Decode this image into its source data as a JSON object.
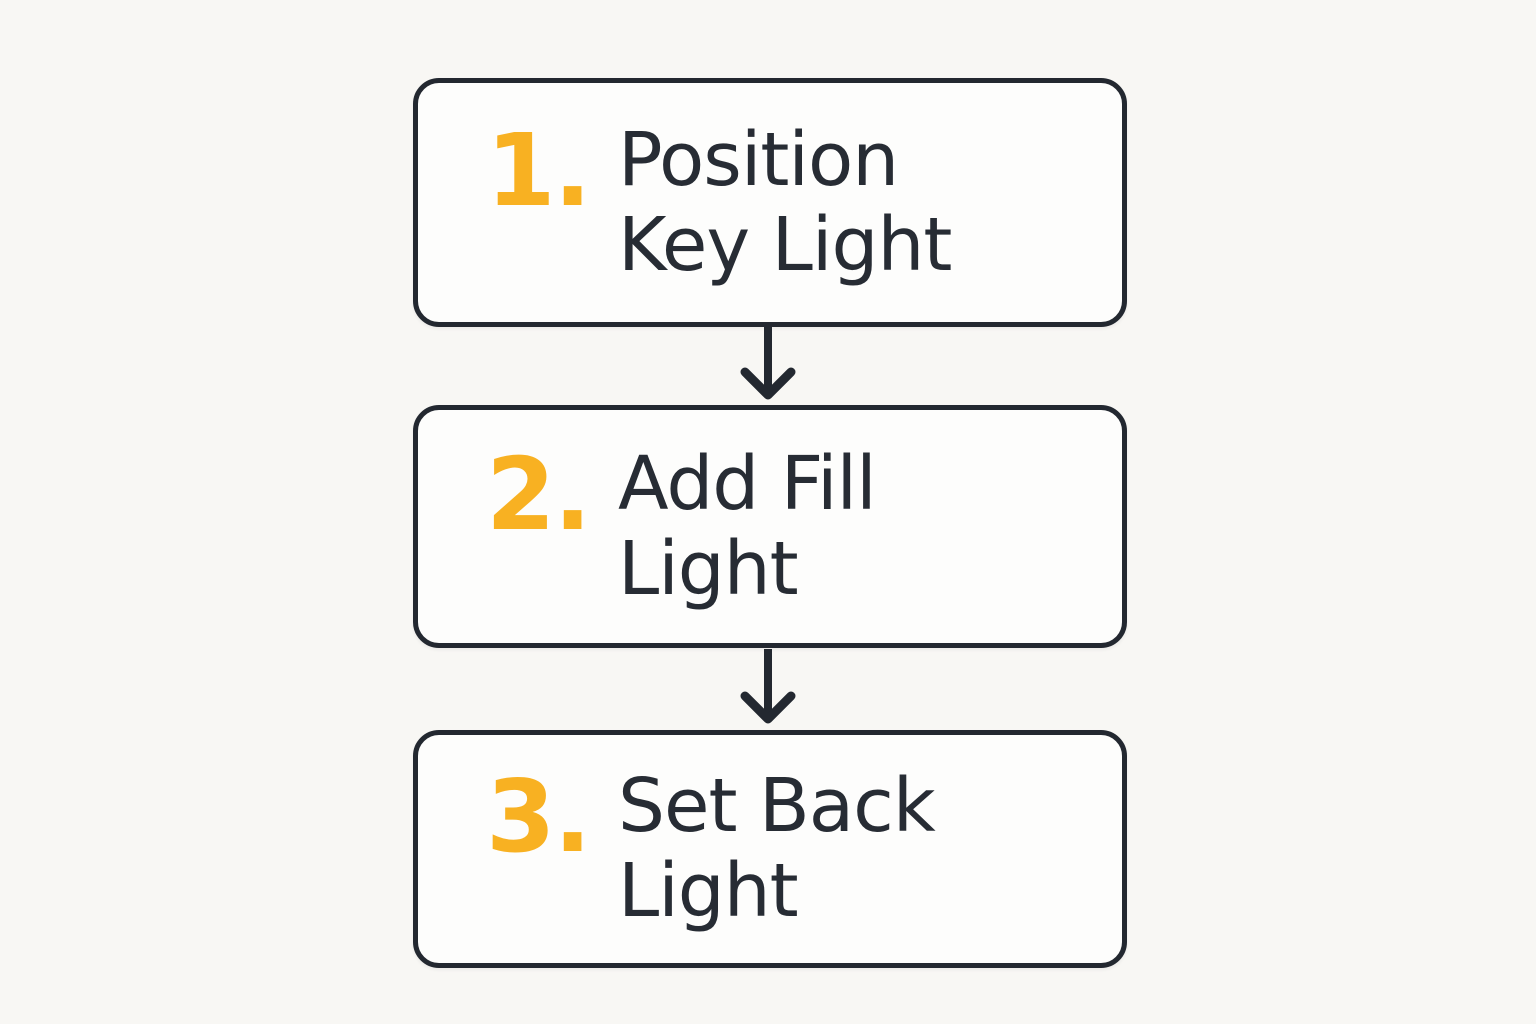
{
  "theme": {
    "background": "#f8f7f4",
    "box_fill": "#fdfdfc",
    "outline": "#232830",
    "text": "#272c34",
    "accent": "#f8b122"
  },
  "flowchart": {
    "type": "vertical-step-flow",
    "steps": [
      {
        "number": "1.",
        "label_line1": "Position",
        "label_line2": "Key Light"
      },
      {
        "number": "2.",
        "label_line1": "Add Fill",
        "label_line2": "Light"
      },
      {
        "number": "3.",
        "label_line1": "Set Back",
        "label_line2": "Light"
      }
    ],
    "connectors": [
      {
        "icon": "arrow-down-icon",
        "from_step": 1,
        "to_step": 2
      },
      {
        "icon": "arrow-down-icon",
        "from_step": 2,
        "to_step": 3
      }
    ]
  }
}
